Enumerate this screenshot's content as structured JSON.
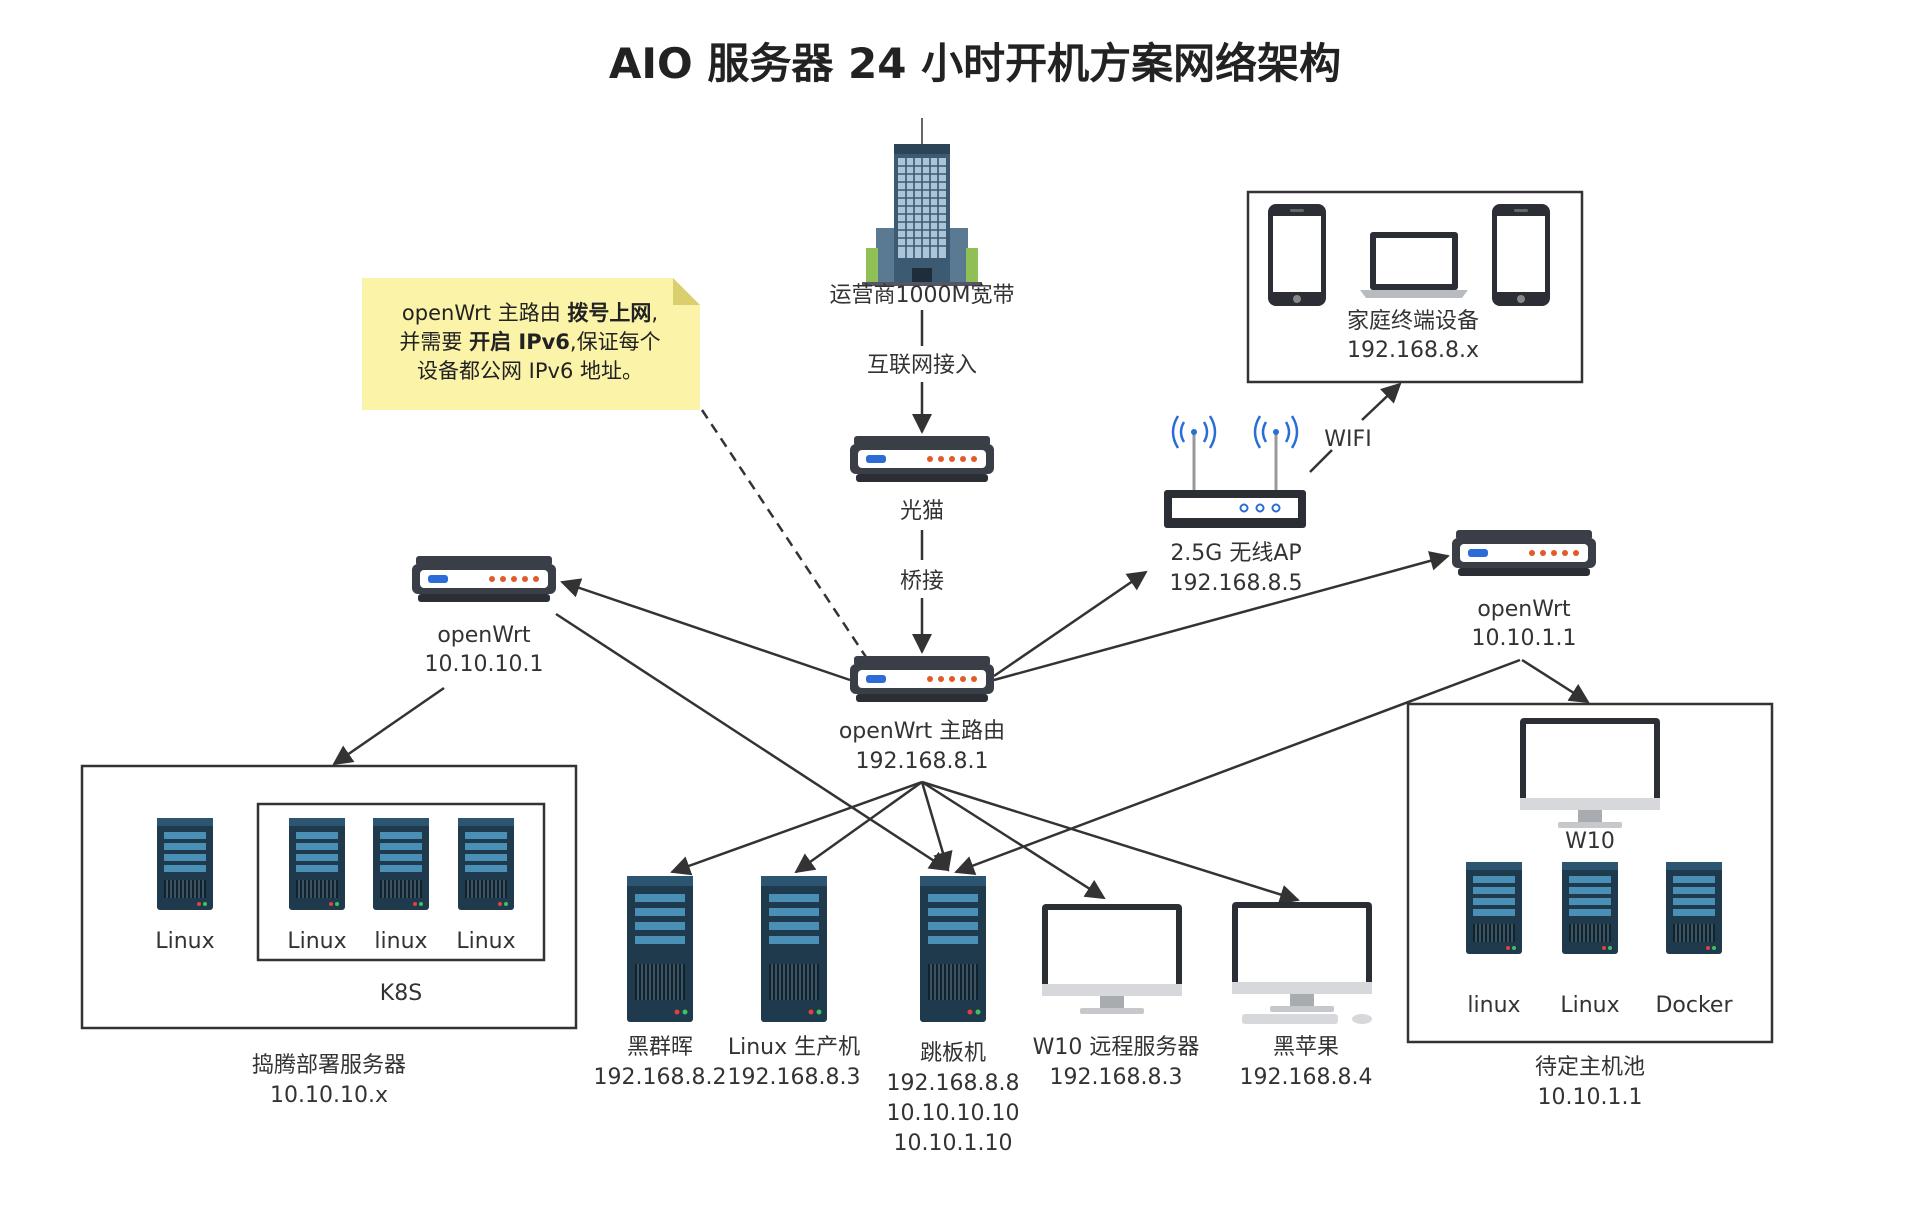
{
  "title": "AIO 服务器 24 小时开机方案网络架构",
  "note": {
    "line1": "openWrt 主路由 ",
    "line1_bold": "拨号上网",
    "line1_end": ",",
    "line2": "并需要 ",
    "line2_bold": "开启 IPv6",
    "line2_end": ",保证每个",
    "line3": "设备都公网 IPv6 地址。"
  },
  "isp": {
    "label": "运营商1000M宽带"
  },
  "links": {
    "internet": "互联网接入",
    "bridge": "桥接",
    "wifi": "WIFI"
  },
  "modem": {
    "label": "光猫"
  },
  "main_router": {
    "name": "openWrt 主路由",
    "ip": "192.168.8.1"
  },
  "router_left": {
    "name": "openWrt",
    "ip": "10.10.10.1"
  },
  "router_right": {
    "name": "openWrt",
    "ip": "10.10.1.1"
  },
  "ap": {
    "name": "2.5G 无线AP",
    "ip": "192.168.8.5"
  },
  "home": {
    "name": "家庭终端设备",
    "ip": "192.168.8.x"
  },
  "tinker": {
    "name": "捣腾部署服务器",
    "ip": "10.10.10.x",
    "server_label": "Linux",
    "k8s_label": "K8S",
    "k8s_nodes": [
      "Linux",
      "linux",
      "Linux"
    ]
  },
  "devices": [
    {
      "name": "黑群晖",
      "ips": [
        "192.168.8.2"
      ]
    },
    {
      "name": "Linux 生产机",
      "ips": [
        "192.168.8.3"
      ]
    },
    {
      "name": "跳板机",
      "ips": [
        "192.168.8.8",
        "10.10.10.10",
        "10.10.1.10"
      ]
    },
    {
      "name": "W10 远程服务器",
      "ips": [
        "192.168.8.3"
      ]
    },
    {
      "name": "黑苹果",
      "ips": [
        "192.168.8.4"
      ]
    }
  ],
  "pool": {
    "name": "待定主机池",
    "ip": "10.10.1.1",
    "monitor_label": "W10",
    "servers": [
      "linux",
      "Linux",
      "Docker"
    ]
  },
  "colors": {
    "server_body": "#1e3a4c",
    "server_panel": "#4a8fb5",
    "router_body": "#3a3f47",
    "router_led": "#2b6cd6",
    "router_dots": "#e05a2a",
    "note_bg": "#faf3a8",
    "line": "#333333"
  }
}
